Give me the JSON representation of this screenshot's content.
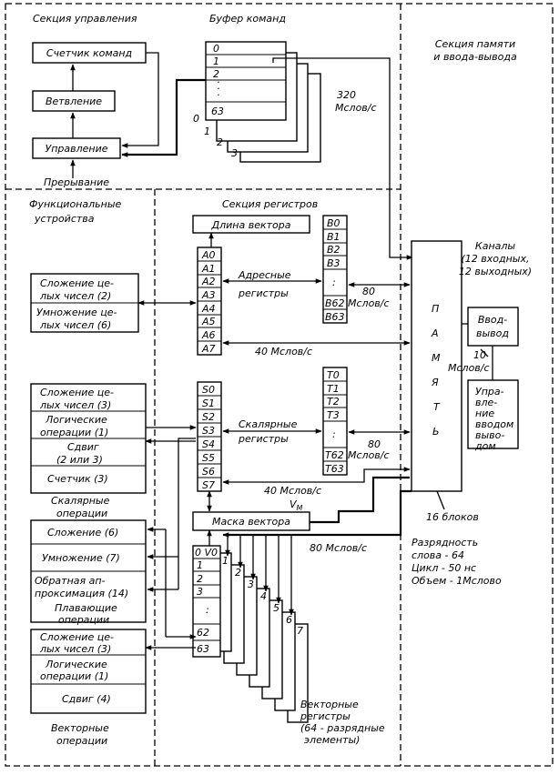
{
  "sections": {
    "control": "Секция управления",
    "memory_io_1": "Секция памяти",
    "memory_io_2": "и ввода-вывода",
    "functional_1": "Функциональные",
    "functional_2": "устройства",
    "registers": "Секция регистров"
  },
  "control": {
    "counter": "Счетчик команд",
    "branch": "Ветвление",
    "management": "Управление",
    "interrupt": "Прерывание"
  },
  "buffer": {
    "title": "Буфер команд",
    "rows": [
      "0",
      "1",
      "2",
      "·",
      "·",
      "·",
      "63"
    ],
    "stack_labels": [
      "0",
      "1",
      "2",
      "3"
    ],
    "rate_value": "320",
    "rate_unit": "Мслов/с"
  },
  "registers": {
    "vector_length": "Длина вектора",
    "a_regs": [
      "A0",
      "A1",
      "A2",
      "A3",
      "A4",
      "A5",
      "A6",
      "A7"
    ],
    "b_regs": [
      "B0",
      "B1",
      "B2",
      "B3",
      ":",
      "B62",
      "B63"
    ],
    "address_label_1": "Адресные",
    "address_label_2": "регистры",
    "s_regs": [
      "S0",
      "S1",
      "S2",
      "S3",
      "S4",
      "S5",
      "S6",
      "S7"
    ],
    "t_regs": [
      "T0",
      "T1",
      "T2",
      "T3",
      ":",
      "T62",
      "T63"
    ],
    "scalar_label_1": "Скалярные",
    "scalar_label_2": "регистры",
    "vector_mask": "Маска вектора",
    "v0_rows": [
      "0 V0",
      "1",
      "2",
      "3",
      ":",
      "62",
      "63"
    ],
    "v_stack_labels": [
      "1",
      "2",
      "3",
      "4",
      "5",
      "6",
      "7"
    ],
    "vector_regs_1": "Векторные",
    "vector_regs_2": "регистры",
    "vector_regs_3": "(64 - разрядные",
    "vector_regs_4": "элементы)"
  },
  "rates": {
    "b_mem_value": "80",
    "b_mem_unit": "Мслов/с",
    "a_mem": "40 Мслов/с",
    "t_mem_value": "80",
    "t_mem_unit": "Мслов/с",
    "s_mem": "40 Мслов/с",
    "vm_symbol": "V",
    "vm_sub": "M",
    "v_mem": "80 Мслов/с",
    "io_value": "10",
    "io_unit": "Мслов/с"
  },
  "memory": {
    "letters": [
      "П",
      "А",
      "М",
      "Я",
      "Т",
      "Ь"
    ],
    "channels_1": "Каналы",
    "channels_2": "(12 входных,",
    "channels_3": "12 выходных)",
    "blocks": "16 блоков",
    "io_1": "Ввод-",
    "io_2": "вывод",
    "ioc_1": "Упра-",
    "ioc_2": "вле-",
    "ioc_3": "ние",
    "ioc_4": "вводом",
    "ioc_5": "выво-",
    "ioc_6": "дом",
    "spec_1": "Разрядность",
    "spec_2": "слова - 64",
    "spec_3": "Цикл - 50 нс",
    "spec_4": "Объем - 1Мслово"
  },
  "address_units": {
    "add_1": "Сложение це-",
    "add_2": "лых чисел (2)",
    "mul_1": "Умножение це-",
    "mul_2": "лых чисел (6)"
  },
  "scalar_units": {
    "add_1": "Сложение це-",
    "add_2": "лых чисел (3)",
    "logic_1": "Логические",
    "logic_2": "операции (1)",
    "shift_1": "Сдвиг",
    "shift_2": "(2 или 3)",
    "counter": "Счетчик (3)",
    "caption_1": "Скалярные",
    "caption_2": "операции"
  },
  "float_units": {
    "add": "Сложение (6)",
    "mul": "Умножение (7)",
    "recip_1": "Обратная ап-",
    "recip_2": "проксимация (14)",
    "caption_1": "Плавающие",
    "caption_2": "операции"
  },
  "vector_units": {
    "add_1": "Сложение це-",
    "add_2": "лых чисел (3)",
    "logic_1": "Логические",
    "logic_2": "операции (1)",
    "shift": "Сдвиг (4)",
    "caption_1": "Векторные",
    "caption_2": "операции"
  }
}
